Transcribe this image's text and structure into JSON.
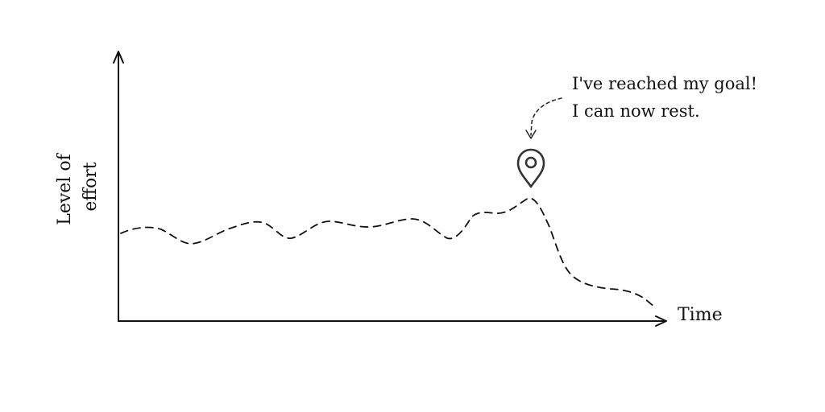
{
  "axes": {
    "x_label": "Time",
    "y_label_line1": "Level of",
    "y_label_line2": "effort"
  },
  "annotation": {
    "line1": "I've reached my goal!",
    "line2": "I can now rest."
  },
  "colors": {
    "ink": "#111111",
    "marker": "#333333",
    "background": "#ffffff"
  },
  "icons": {
    "goal_marker": "map-pin-icon"
  }
}
